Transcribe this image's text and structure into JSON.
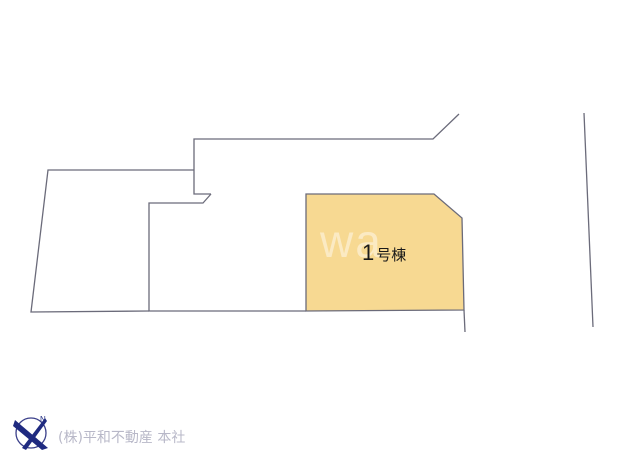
{
  "plot_plan": {
    "lots": [
      {
        "label_number": "1",
        "label_suffix": "号棟",
        "fill": "#f7d992"
      }
    ],
    "line_color": "#6b6b7a",
    "watermark": "wa"
  },
  "footer": {
    "compass": "north-arrow-icon",
    "company_name": "(株)平和不動産 本社",
    "company_color": "#b8b8c8",
    "logo_color": "#1f2a80"
  }
}
